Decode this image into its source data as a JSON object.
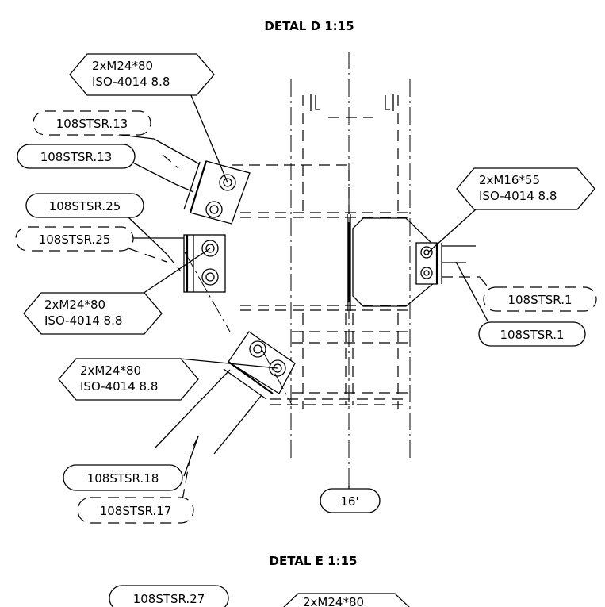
{
  "detail_d": {
    "title": "DETAL D 1:15"
  },
  "detail_e": {
    "title": "DETAL E 1:15"
  },
  "callouts": {
    "bolt_top_left": {
      "line1": "2xM24*80",
      "line2": "ISO-4014 8.8"
    },
    "bolt_right": {
      "line1": "2xM16*55",
      "line2": "ISO-4014 8.8"
    },
    "bolt_mid_left": {
      "line1": "2xM24*80",
      "line2": "ISO-4014 8.8"
    },
    "bolt_bottom_left": {
      "line1": "2xM24*80",
      "line2": "ISO-4014 8.8"
    },
    "bolt_e": {
      "line1": "2xM24*80"
    }
  },
  "member_tags": {
    "tag_13_hidden": "108STSR.13",
    "tag_13": "108STSR.13",
    "tag_25": "108STSR.25",
    "tag_25_hidden": "108STSR.25",
    "tag_1_hidden": "108STSR.1",
    "tag_1": "108STSR.1",
    "tag_18": "108STSR.18",
    "tag_17_hidden": "108STSR.17",
    "tag_27": "108STSR.27"
  },
  "grid_tag": "16'"
}
